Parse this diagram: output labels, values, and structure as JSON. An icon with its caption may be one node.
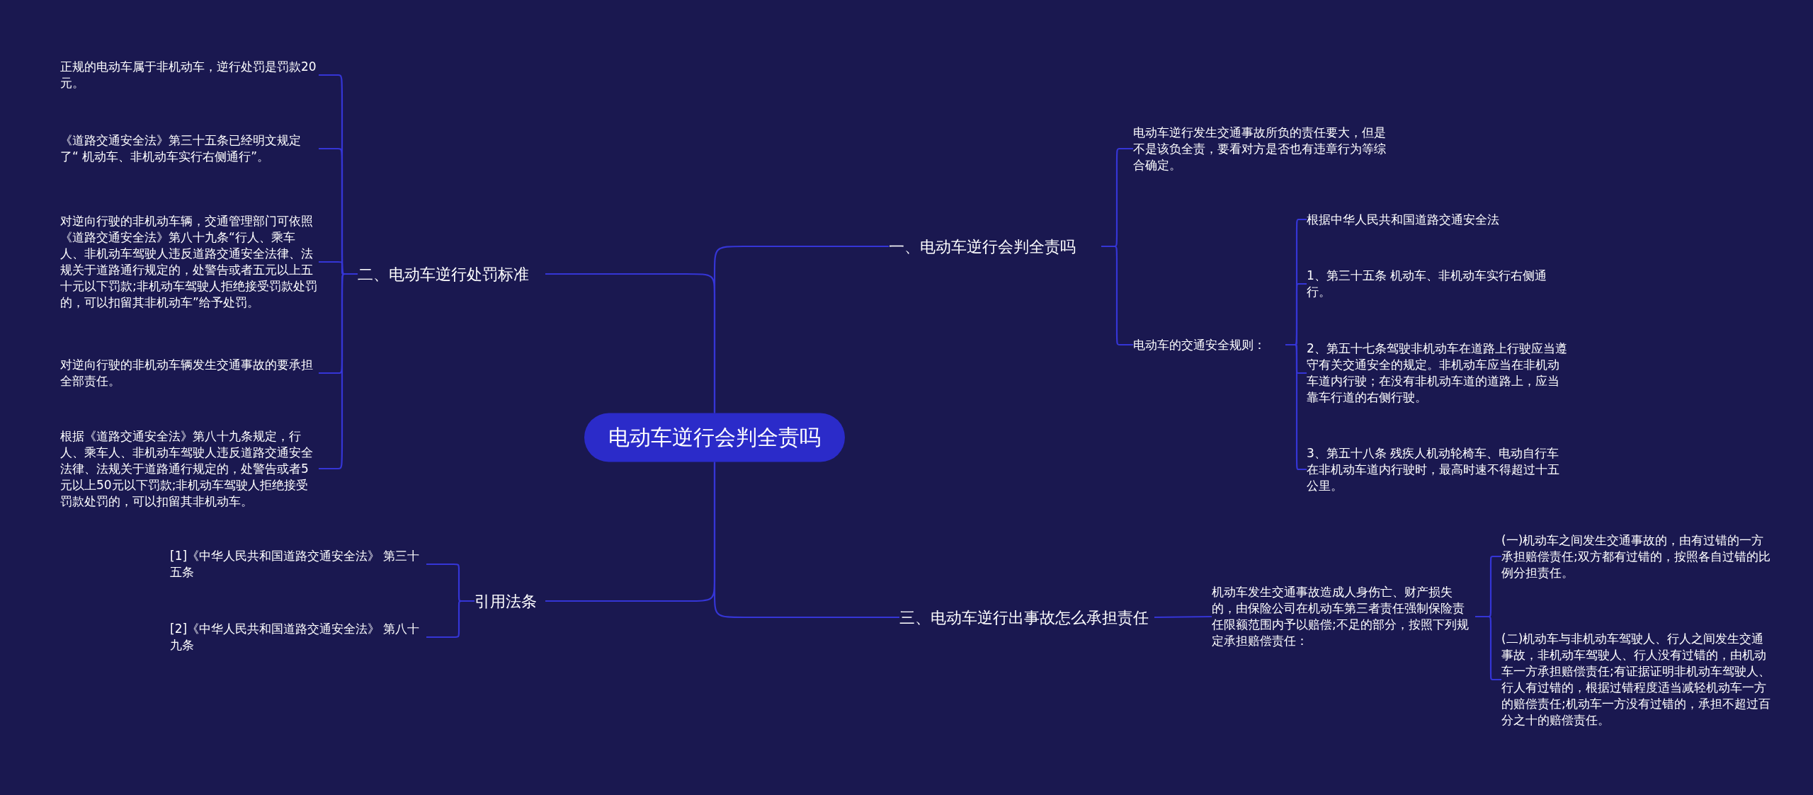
{
  "diagram": {
    "nodes": [
      {
        "text": [
          "电动车逆行会判全责吗"
        ]
      },
      {
        "text": [
          "一、电动车逆行会判全责吗"
        ]
      },
      {
        "text": [
          "电动车逆行发生交通事故所负的责任要大，但是不是该负全责，要看对方是否也有违章行为等综合确定。"
        ]
      },
      {
        "text": [
          "电动车的交通安全规则："
        ]
      },
      {
        "text": [
          "根据中华人民共和国道路交通安全法"
        ]
      },
      {
        "text": [
          "1、第三十五条 机动车、非机动车实行右侧通行。"
        ]
      },
      {
        "text": [
          "2、第五十七条驾驶非机动车在道路上行驶应当遵守有关交通安全的规定。非机动车应当在非机动车道内行驶；在没有非机动车道的道路上，应当靠车行道的右侧行驶。"
        ]
      },
      {
        "text": [
          "3、第五十八条 残疾人机动轮椅车、电动自行车在非机动车道内行驶时，最高时速不得超过十五公里。"
        ]
      },
      {
        "text": [
          "二、电动车逆行处罚标准"
        ]
      },
      {
        "text": [
          "正规的电动车属于非机动车，逆行处罚是罚款20元。"
        ]
      },
      {
        "text": [
          "《道路交通安全法》第三十五条已经明文规定了“ 机动车、非机动车实行右侧通行”。"
        ]
      },
      {
        "text": [
          "对逆向行驶的非机动车辆，交通管理部门可依照《道路交通安全法》第八十九条“行人、乘车人、非机动车驾驶人违反道路交通安全法律、法规关于道路通行规定的，处警告或者五元以上五十元以下罚款;非机动车驾驶人拒绝接受罚款处罚的，可以扣留其非机动车”给予处罚。"
        ]
      },
      {
        "text": [
          "对逆向行驶的非机动车辆发生交通事故的要承担全部责任。"
        ]
      },
      {
        "text": [
          "根据《道路交通安全法》第八十九条规定，行人、乘车人、非机动车驾驶人违反道路交通安全法律、法规关于道路通行规定的，处警告或者5元以上50元以下罚款;非机动车驾驶人拒绝接受罚款处罚的，可以扣留其非机动车。"
        ]
      },
      {
        "text": [
          "三、电动车逆行出事故怎么承担责任"
        ]
      },
      {
        "text": [
          "机动车发生交通事故造成人身伤亡、财产损失的，由保险公司在机动车第三者责任强制保险责任限额范围内予以赔偿;不足的部分，按照下列规定承担赔偿责任："
        ]
      },
      {
        "text": [
          "(一)机动车之间发生交通事故的，由有过错的一方承担赔偿责任;双方都有过错的，按照各自过错的比例分担责任。"
        ]
      },
      {
        "text": [
          "(二)机动车与非机动车驾驶人、行人之间发生交通事故，非机动车驾驶人、行人没有过错的，由机动车一方承担赔偿责任;有证据证明非机动车驾驶人、行人有过错的，根据过错程度适当减轻机动车一方的赔偿责任;机动车一方没有过错的，承担不超过百分之十的赔偿责任。"
        ]
      },
      {
        "text": [
          "引用法条"
        ]
      },
      {
        "text": [
          "[1]《中华人民共和国道路交通安全法》 第三十五条"
        ]
      },
      {
        "text": [
          "[2]《中华人民共和国道路交通安全法》 第八十九条"
        ]
      }
    ],
    "edges": [
      {
        "from": 0,
        "to": 1,
        "arrow": "none"
      },
      {
        "from": 1,
        "to": 2,
        "arrow": "none"
      },
      {
        "from": 1,
        "to": 3,
        "arrow": "none"
      },
      {
        "from": 3,
        "to": 4,
        "arrow": "none"
      },
      {
        "from": 3,
        "to": 5,
        "arrow": "none"
      },
      {
        "from": 3,
        "to": 6,
        "arrow": "none"
      },
      {
        "from": 3,
        "to": 7,
        "arrow": "none"
      },
      {
        "from": 0,
        "to": 8,
        "arrow": "none"
      },
      {
        "from": 8,
        "to": 9,
        "arrow": "none"
      },
      {
        "from": 8,
        "to": 10,
        "arrow": "none"
      },
      {
        "from": 8,
        "to": 11,
        "arrow": "none"
      },
      {
        "from": 8,
        "to": 12,
        "arrow": "none"
      },
      {
        "from": 8,
        "to": 13,
        "arrow": "none"
      },
      {
        "from": 0,
        "to": 14,
        "arrow": "none"
      },
      {
        "from": 14,
        "to": 15,
        "arrow": "none"
      },
      {
        "from": 15,
        "to": 16,
        "arrow": "none"
      },
      {
        "from": 15,
        "to": 17,
        "arrow": "none"
      },
      {
        "from": 0,
        "to": 18,
        "arrow": "none"
      },
      {
        "from": 18,
        "to": 19,
        "arrow": "none"
      },
      {
        "from": 18,
        "to": 20,
        "arrow": "none"
      }
    ]
  }
}
